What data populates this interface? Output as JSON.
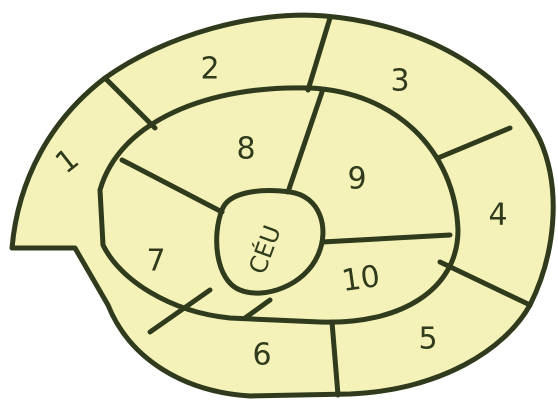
{
  "diagram": {
    "cells": [
      {
        "id": "1",
        "label": "1"
      },
      {
        "id": "2",
        "label": "2"
      },
      {
        "id": "3",
        "label": "3"
      },
      {
        "id": "4",
        "label": "4"
      },
      {
        "id": "5",
        "label": "5"
      },
      {
        "id": "6",
        "label": "6"
      },
      {
        "id": "7",
        "label": "7"
      },
      {
        "id": "8",
        "label": "8"
      },
      {
        "id": "9",
        "label": "9"
      },
      {
        "id": "10",
        "label": "10"
      }
    ],
    "center_label": "CÉU",
    "colors": {
      "fill": "#f4f2b8",
      "outline": "#2f3b1c",
      "background": "#ffffff"
    }
  }
}
